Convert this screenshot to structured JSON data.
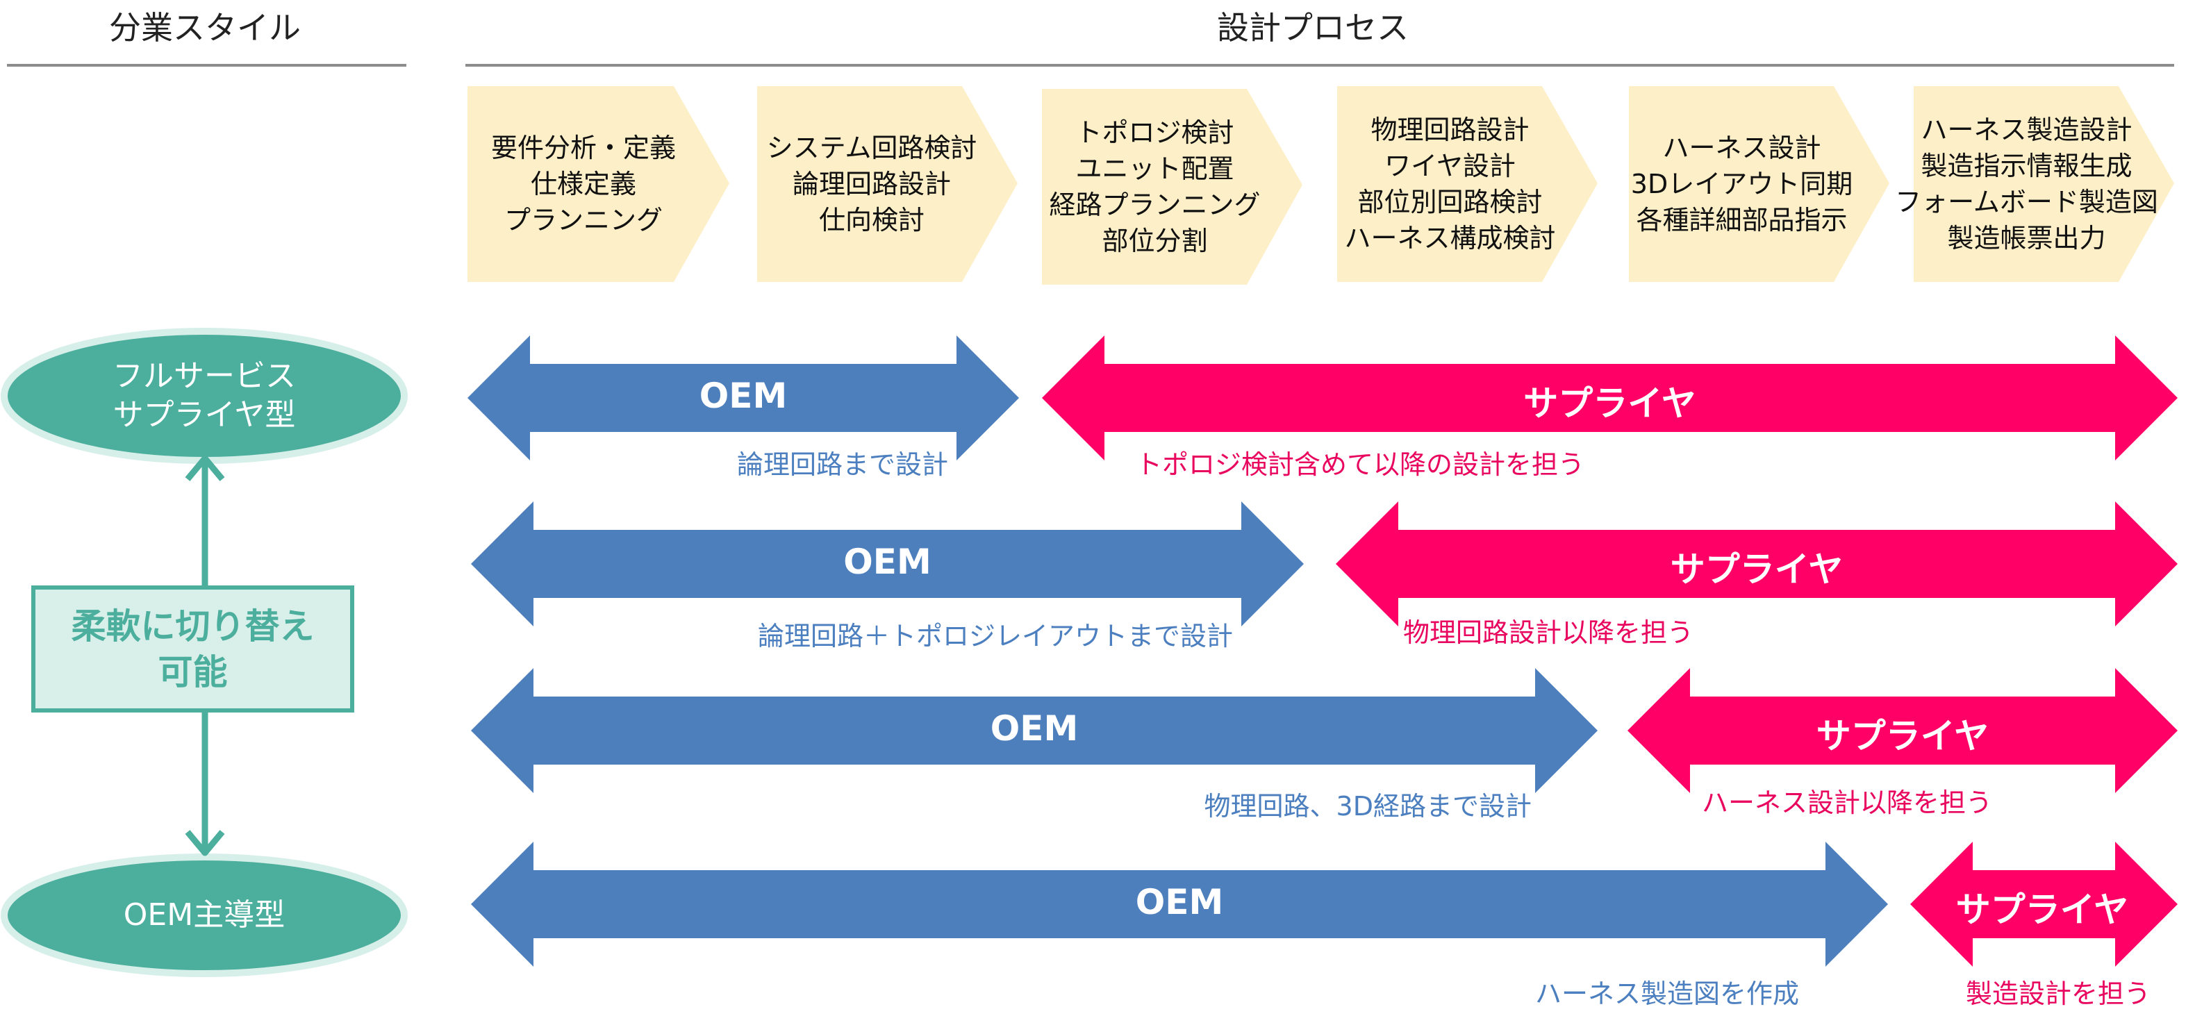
{
  "headers": {
    "division_style": "分業スタイル",
    "design_process": "設計プロセス"
  },
  "process_steps": [
    {
      "lines": [
        "要件分析・定義",
        "仕様定義",
        "プランニング"
      ]
    },
    {
      "lines": [
        "システム回路検討",
        "論理回路設計",
        "仕向検討"
      ]
    },
    {
      "lines": [
        "トポロジ検討",
        "ユニット配置",
        "経路プランニング",
        "部位分割"
      ]
    },
    {
      "lines": [
        "物理回路設計",
        "ワイヤ設計",
        "部位別回路検討",
        "ハーネス構成検討"
      ]
    },
    {
      "lines": [
        "ハーネス設計",
        "3Dレイアウト同期",
        "各種詳細部品指示"
      ]
    },
    {
      "lines": [
        "ハーネス製造設計",
        "製造指示情報生成",
        "フォームボード製造図",
        "製造帳票出力"
      ]
    }
  ],
  "styles": {
    "full_service": [
      "フルサービス",
      "サプライヤ型"
    ],
    "flexible": [
      "柔軟に切り替え",
      "可能"
    ],
    "oem_led": [
      "OEM主導型"
    ]
  },
  "rows": [
    {
      "oem_label": "OEM",
      "supplier_label": "サプライヤ",
      "oem_note": "論理回路まで設計",
      "supplier_note": "トポロジ検討含めて以降の設計を担う"
    },
    {
      "oem_label": "OEM",
      "supplier_label": "サプライヤ",
      "oem_note": "論理回路＋トポロジレイアウトまで設計",
      "supplier_note": "物理回路設計以降を担う"
    },
    {
      "oem_label": "OEM",
      "supplier_label": "サプライヤ",
      "oem_note": "物理回路、3D経路まで設計",
      "supplier_note": "ハーネス設計以降を担う"
    },
    {
      "oem_label": "OEM",
      "supplier_label": "サプライヤ",
      "oem_note": "ハーネス製造図を作成",
      "supplier_note": "製造設計を担う"
    }
  ],
  "colors": {
    "oem_blue": "#4e7fbd",
    "supplier_pink": "#ff0066",
    "chevron_fill": "#fdefc8",
    "teal": "#4cae9d",
    "teal_light": "#d9efe9"
  }
}
